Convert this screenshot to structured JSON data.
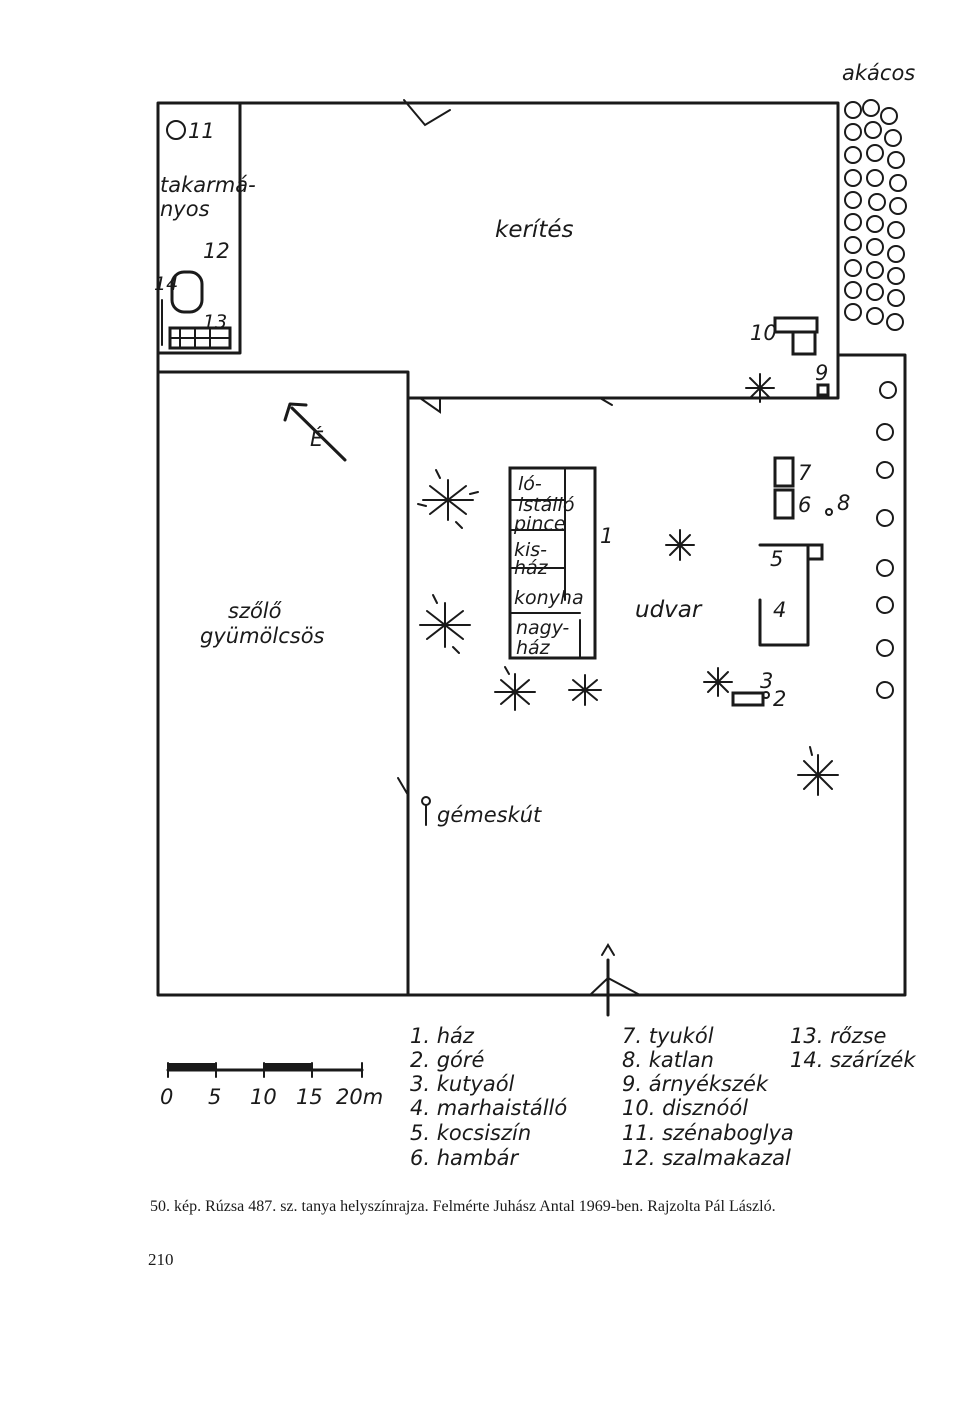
{
  "labels": {
    "akacos": "akácos",
    "n11": "11",
    "takarmanyos_1": "takarmá-",
    "takarmanyos_2": "nyos",
    "n12": "12",
    "n13": "13",
    "n14": "14",
    "kerites": "kerítés",
    "n10": "10",
    "n9": "9",
    "north_letter": "É",
    "lo_istallo_1": "ló-",
    "lo_istallo_2": "istálló",
    "pince": "pince",
    "kishaz_1": "kis-",
    "kishaz_2": "ház",
    "konyha": "konyha",
    "nagyhaz_1": "nagy-",
    "nagyhaz_2": "ház",
    "n1": "1",
    "n7": "7",
    "n6": "6",
    "n8": "8",
    "n5": "5",
    "n4": "4",
    "n3": "3",
    "n2": "2",
    "udvar": "udvar",
    "szolo_1": "szőlő",
    "szolo_2": "gyümölcsös",
    "gemeskut": "gémeskút"
  },
  "scale": {
    "ticks": [
      "0",
      "5",
      "10",
      "15",
      "20m"
    ]
  },
  "legend": {
    "col1": [
      "1. ház",
      "2. góré",
      "3. kutyaól",
      "4. marhaistálló",
      "5. kocsiszín",
      "6. hambár"
    ],
    "col2": [
      "7. tyukól",
      "8. katlan",
      "9. árnyékszék",
      "10. disznóól",
      "11. szénaboglya",
      "12. szalmakazal"
    ],
    "col3": [
      "13. rőzse",
      "14. szárízék"
    ]
  },
  "caption": "50. kép. Rúzsa 487. sz. tanya helyszínrajza. Felmérte Juhász Antal 1969-ben. Rajzolta Pál László.",
  "page_number": "210"
}
